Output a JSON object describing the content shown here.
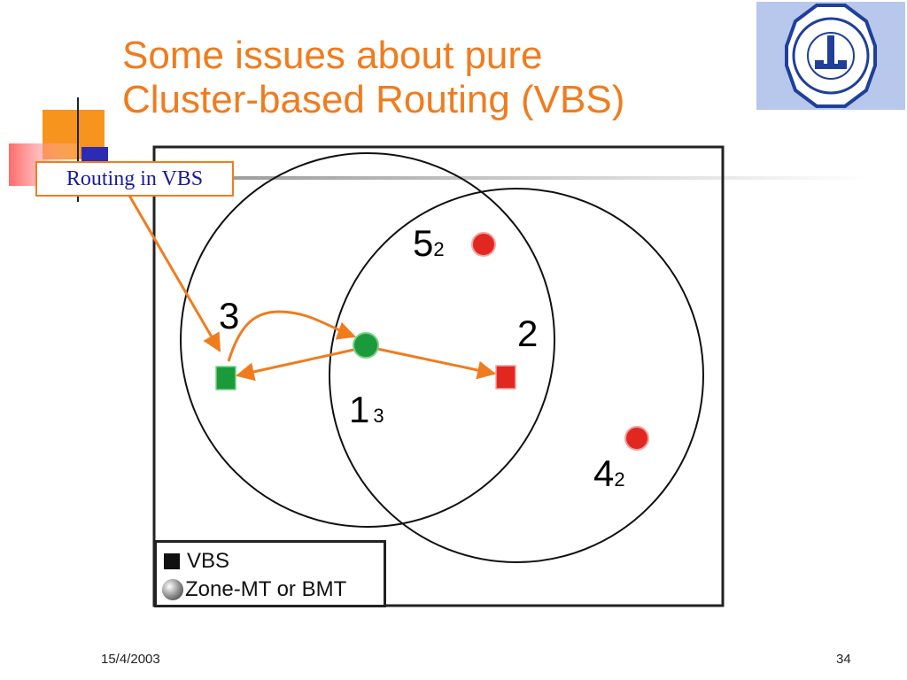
{
  "slide": {
    "title_lines": [
      "Some issues about pure",
      "Cluster-based Routing (VBS)"
    ],
    "footer_date": "15/4/2003",
    "page_number": "34"
  },
  "callout": {
    "text": "Routing in VBS"
  },
  "diagram": {
    "nodes": [
      {
        "id": "5",
        "label": "5",
        "sub": "2",
        "shape": "circle",
        "color": "#e02820"
      },
      {
        "id": "4",
        "label": "4",
        "sub": "2",
        "shape": "circle",
        "color": "#e02820"
      },
      {
        "id": "1",
        "label": "1",
        "sub": "3",
        "shape": "circle",
        "color": "#1a9a3a"
      },
      {
        "id": "3",
        "label": "3",
        "sub": "",
        "shape": "square",
        "color": "#1a9a3a"
      },
      {
        "id": "2",
        "label": "2",
        "sub": "",
        "shape": "square",
        "color": "#e02820"
      }
    ],
    "arrow_color": "#f07c1e"
  },
  "legend": {
    "items": [
      {
        "symbol": "square",
        "label": "VBS"
      },
      {
        "symbol": "circle",
        "label": "Zone-MT or BMT"
      }
    ]
  },
  "colors": {
    "title": "#f07c1e",
    "callout_text": "#1a1aa0",
    "accent_orange": "#f07c1e",
    "node_red": "#e02820",
    "node_green": "#1a9a3a"
  }
}
